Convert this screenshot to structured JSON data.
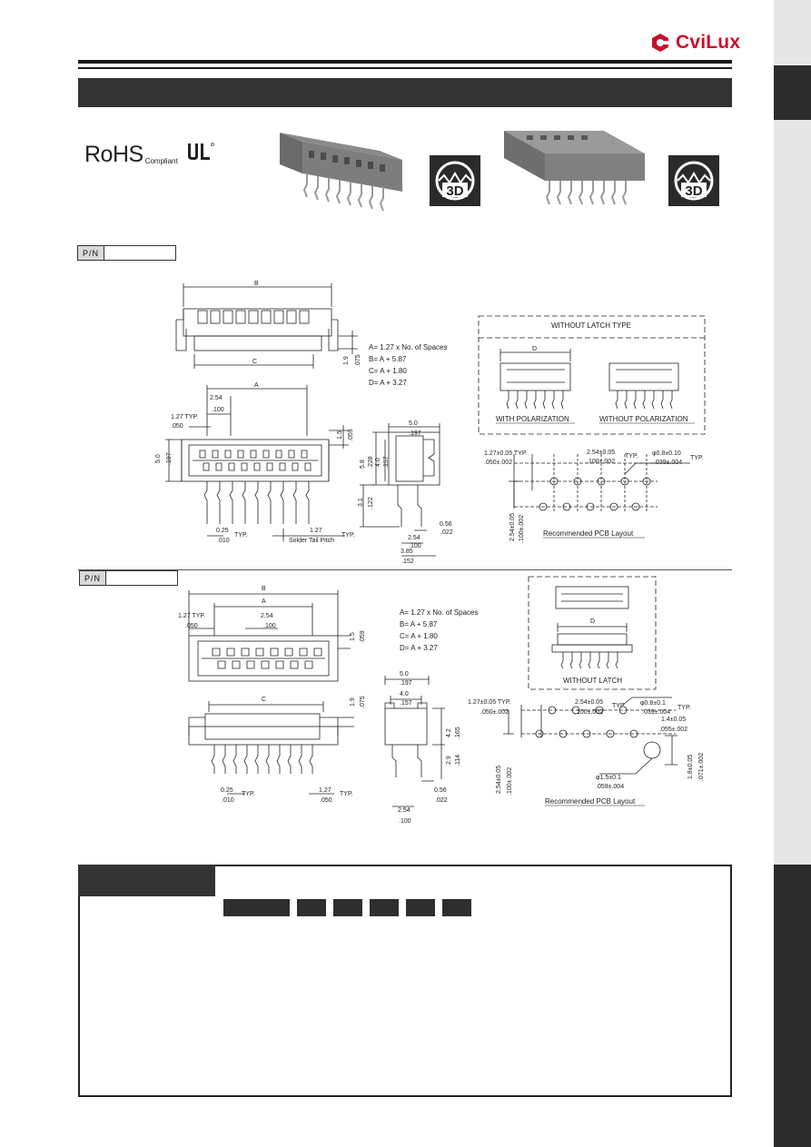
{
  "brand": {
    "name": "CviLux",
    "color": "#c8102e"
  },
  "compliance": {
    "rohs": "RoHS",
    "rohs_sub": "Compliant",
    "ul_icon": "ul-recognized-icon"
  },
  "badges": {
    "model_3d": "3D"
  },
  "pn_label": "P/N",
  "formulas_top": [
    "A= 1.27 x No. of Spaces",
    "B= A + 5.87",
    "C= A + 1.80",
    "D= A + 3.27"
  ],
  "formulas_bottom": [
    "A= 1.27 x No. of Spaces",
    "B= A + 5.87",
    "C= A + 1.80",
    "D= A + 3.27"
  ],
  "top_drawing": {
    "dims": {
      "B": "B",
      "C": "C",
      "A": "A",
      "D": "D",
      "d_1_9": "1.9",
      "d_075": ".075",
      "d_2_54": "2.54",
      "d_100": ".100",
      "d_1_27_typ": "1.27 TYP.",
      "d_050": ".050",
      "d_5_0": "5.0",
      "d_197": ".197",
      "d_1_5": "1.5",
      "d_059": ".059",
      "d_0_25": "0.25",
      "d_010": ".010",
      "typ": "TYP.",
      "d_1_27": "1.27",
      "solder_tail": "Solder Tail Pitch",
      "d_5_0b": "5.0",
      "d_197b": ".197",
      "d_5_8": "5.8",
      "d_228": ".228",
      "d_4_0": "4.0",
      "d_157": ".157",
      "d_3_1": "3.1",
      "d_122": ".122",
      "d_0_56": "0.56",
      "d_022": ".022",
      "d_2_54b": "2.54",
      "d_100b": ".100",
      "d_3_85": "3.85",
      "d_152": ".152"
    },
    "latch_box": {
      "title": "WITHOUT LATCH TYPE",
      "with_pol": "WITH POLARIZATION",
      "without_pol": "WITHOUT POLARIZATION",
      "d": "D"
    },
    "pcb": {
      "p1": "1.27±0.05 TYP.",
      "p1i": ".050±.002",
      "p2": "2.54±0.05",
      "p2i": ".100±.002",
      "p2typ": "TYP.",
      "hole": "φ0.8±0.10",
      "holei": ".039±.004",
      "holetyp": "TYP.",
      "row": "2.54±0.05",
      "rowi": ".100±.002",
      "caption": "Recommended PCB Layout"
    }
  },
  "bottom_drawing": {
    "dims": {
      "B": "B",
      "A": "A",
      "C": "C",
      "d_1_27_typ": "1.27 TYP.",
      "d_050": ".050",
      "d_2_54": "2.54",
      "d_100": ".100",
      "d_1_5": "1.5",
      "d_059": ".059",
      "d_1_9": "1.9",
      "d_075": ".075",
      "d_0_25": "0.25",
      "d_010": ".010",
      "typ": "TYP.",
      "d_1_27": "1.27",
      "d_050b": ".050",
      "d_5_0": "5.0",
      "d_197": ".197",
      "d_4_0": "4.0",
      "d_157": ".157",
      "d_4_2": "4.2",
      "d_165": ".165",
      "d_2_9": "2.9",
      "d_114": ".114",
      "d_0_56": "0.56",
      "d_022": ".022",
      "d_2_54b": "2.54",
      "d_100b": ".100"
    },
    "latch_box": {
      "d": "D",
      "caption": "WITHOUT LATCH"
    },
    "pcb": {
      "p1": "1.27±0.05 TYP.",
      "p1i": ".050±.002",
      "p2": "2.54±0.05",
      "p2i": ".100±.002",
      "p2typ": "TYP",
      "hole": "φ0.8±0.1",
      "holei": ".039±.004",
      "holetyp": "TYP.",
      "h14": "1.4±0.05",
      "h14i": ".055±.002",
      "big": "φ1.5±0.1",
      "bigi": ".059±.004",
      "row": "2.54±0.05",
      "rowi": ".100±.002",
      "r18": "1.8±0.05",
      "r18i": ".071±.002",
      "caption": "Recommended PCB Layout"
    }
  }
}
